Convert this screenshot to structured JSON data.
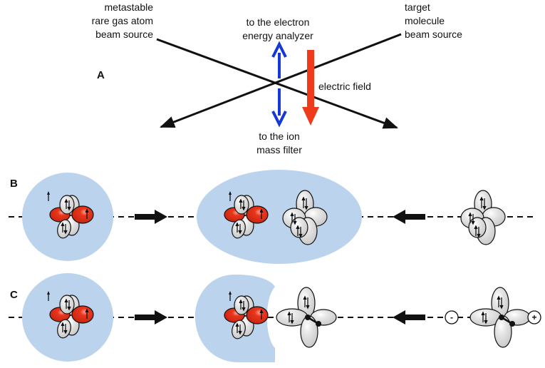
{
  "panels": {
    "a": "A",
    "b": "B",
    "c": "C"
  },
  "labels": {
    "metastable_source": [
      "metastable",
      "rare gas atom",
      "beam source"
    ],
    "target_source": [
      "target",
      "molecule",
      "beam source"
    ],
    "electron_analyzer": [
      "to the electron",
      "energy analyzer"
    ],
    "ion_filter": [
      "to the ion",
      "mass filter"
    ],
    "electric_field": "electric field"
  },
  "signs": {
    "minus": "-",
    "plus": "+"
  },
  "colors": {
    "cloud": "#bcd3ee",
    "lobe_red": "#e2321b",
    "lobe_grey": "#d9d9d9",
    "field_arrow": "#ee3b1c",
    "detector_arrow": "#1538d6",
    "beam_line": "#111111"
  }
}
